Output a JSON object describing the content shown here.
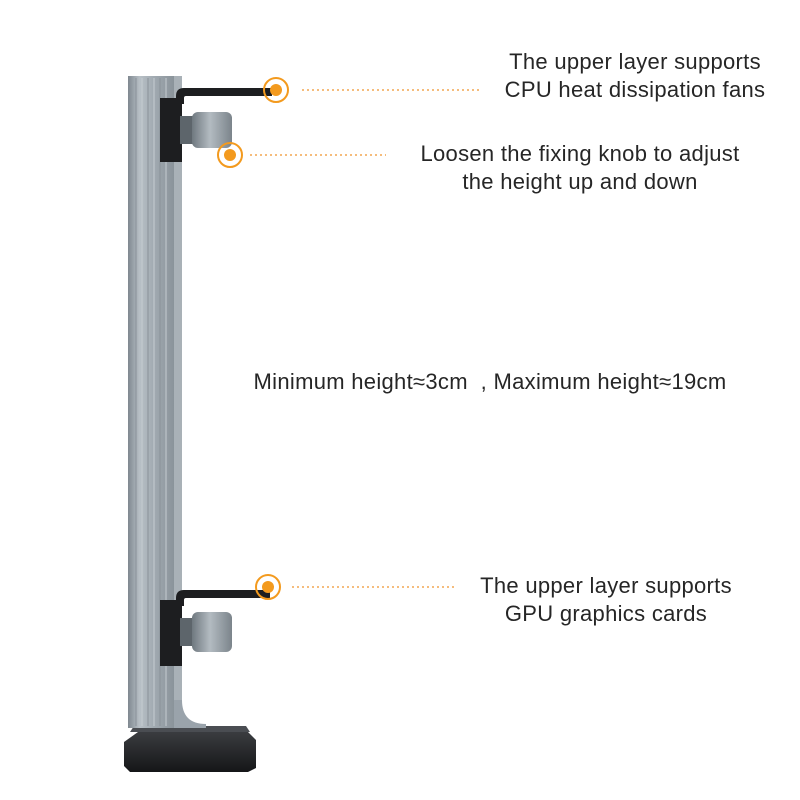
{
  "callouts": {
    "cpu_support": {
      "line1": "The upper layer supports",
      "line2": "CPU heat dissipation fans"
    },
    "knob": {
      "line1": "Loosen the fixing knob to adjust",
      "line2": "the height up and down"
    },
    "height_range": "Minimum height≈3cm  , Maximum height≈19cm",
    "gpu_support": {
      "line1": "The upper layer supports",
      "line2": "GPU graphics cards"
    }
  },
  "colors": {
    "marker": "#f39a1e",
    "pole": "#9aa3ab",
    "bracket": "#1c1c1e",
    "knob": "#8d969d",
    "leader_line": "#f2a650"
  },
  "icons": [
    "callout-marker-icon"
  ]
}
